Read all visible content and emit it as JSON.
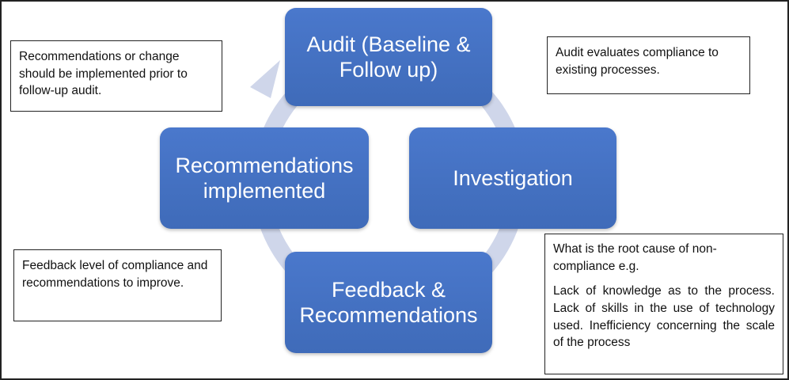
{
  "nodes": {
    "audit": "Audit (Baseline & Follow up)",
    "investigation": "Investigation",
    "feedback": "Feedback & Recommendations",
    "recommendations": "Recommendations implemented"
  },
  "notes": {
    "top_left": "Recommendations or change should be implemented prior to follow-up audit.",
    "top_right": "Audit evaluates compliance to existing processes.",
    "bottom_left": "Feedback level of compliance and recommendations to improve.",
    "bottom_right_1": "What is the root cause of non-compliance e.g.",
    "bottom_right_2": "Lack of knowledge as to the process. Lack of skills in the use of technology used. Inefficiency concerning the scale of the process"
  },
  "colors": {
    "node_fill": "#4472c4",
    "cycle_arrow": "#cfd6ea"
  }
}
